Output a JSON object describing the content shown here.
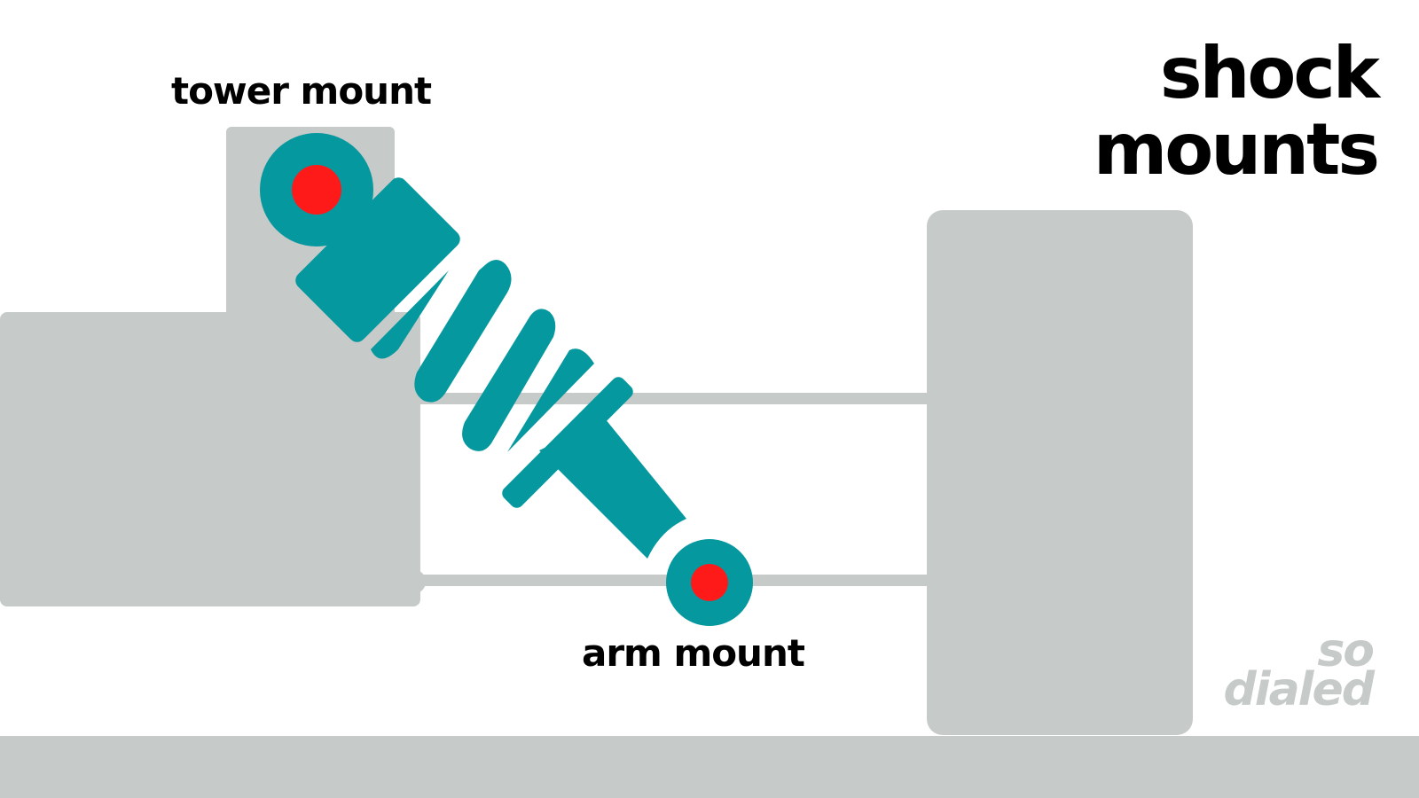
{
  "labels": {
    "tower_mount": "tower mount",
    "arm_mount": "arm mount"
  },
  "title": {
    "line1": "shock",
    "line2": "mounts"
  },
  "logo": {
    "line1": "so",
    "line2": "dialed"
  },
  "colors": {
    "structure": "#c6cac8",
    "shock": "#05989e",
    "mount_point": "#ff1a1a",
    "text": "#000000",
    "background": "#ffffff"
  }
}
